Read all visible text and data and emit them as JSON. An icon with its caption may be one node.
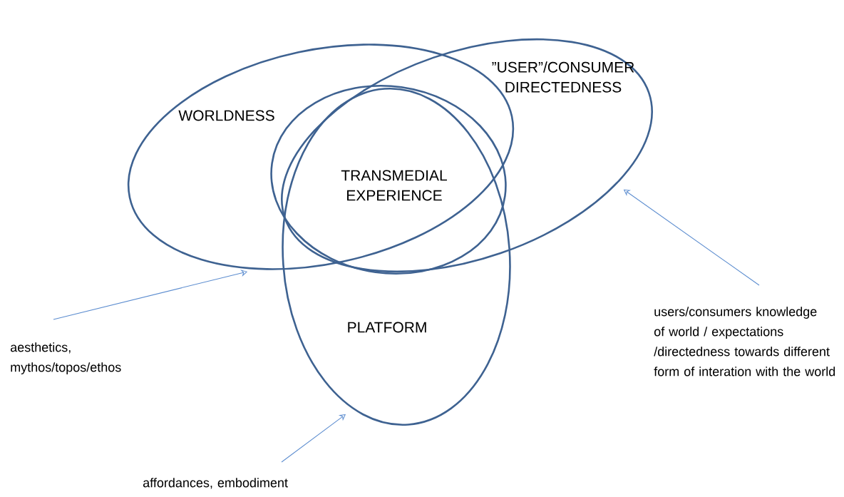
{
  "diagram": {
    "nodes": [
      {
        "text": [
          "WORLDNESS"
        ]
      },
      {
        "text": [
          "”USER”/CONSUMER DIRECTEDNESS"
        ]
      },
      {
        "text": [
          "TRANSMEDIAL EXPERIENCE"
        ]
      },
      {
        "text": [
          "PLATFORM"
        ]
      },
      {
        "text": [
          "aesthetics, mythos/topos/ethos"
        ]
      },
      {
        "text": [
          "affordances, embodiment"
        ]
      },
      {
        "text": [
          "users/consumers knowledge of world / expectations /directedness towards different form of interation with the world"
        ]
      }
    ],
    "edges": [
      {
        "from": 4,
        "to": 0,
        "arrow": "to"
      },
      {
        "from": 5,
        "to": 3,
        "arrow": "to"
      },
      {
        "from": 6,
        "to": 1,
        "arrow": "to"
      }
    ]
  }
}
